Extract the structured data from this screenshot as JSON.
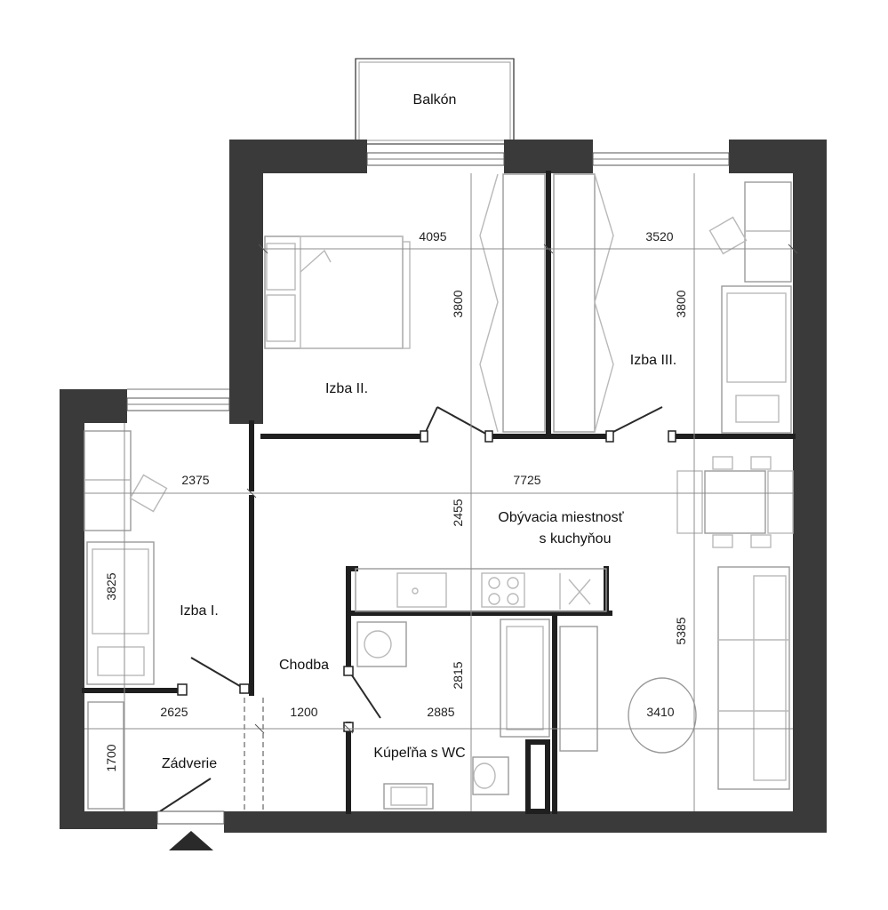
{
  "rooms": {
    "balcony": "Balkón",
    "room2": "Izba II.",
    "room3": "Izba III.",
    "room1": "Izba I.",
    "living_line1": "Obývacia miestnosť",
    "living_line2": "s kuchyňou",
    "hallway": "Chodba",
    "bathroom": "Kúpeľňa s WC",
    "entrance": "Zádverie"
  },
  "dimensions": {
    "room2_width": "4095",
    "room3_width": "3520",
    "room2_depth": "3800",
    "room3_depth": "3800",
    "room1_width": "2375",
    "living_width": "7725",
    "living_upper_depth": "2455",
    "room1_depth": "3825",
    "living_depth": "5385",
    "entrance_width": "2625",
    "hall_width": "1200",
    "bath_width": "2885",
    "bath_depth": "2815",
    "table_dim": "3410",
    "entrance_depth": "1700"
  },
  "colors": {
    "wall": "#3a3a3a",
    "furniture": "#b9b9b9"
  }
}
